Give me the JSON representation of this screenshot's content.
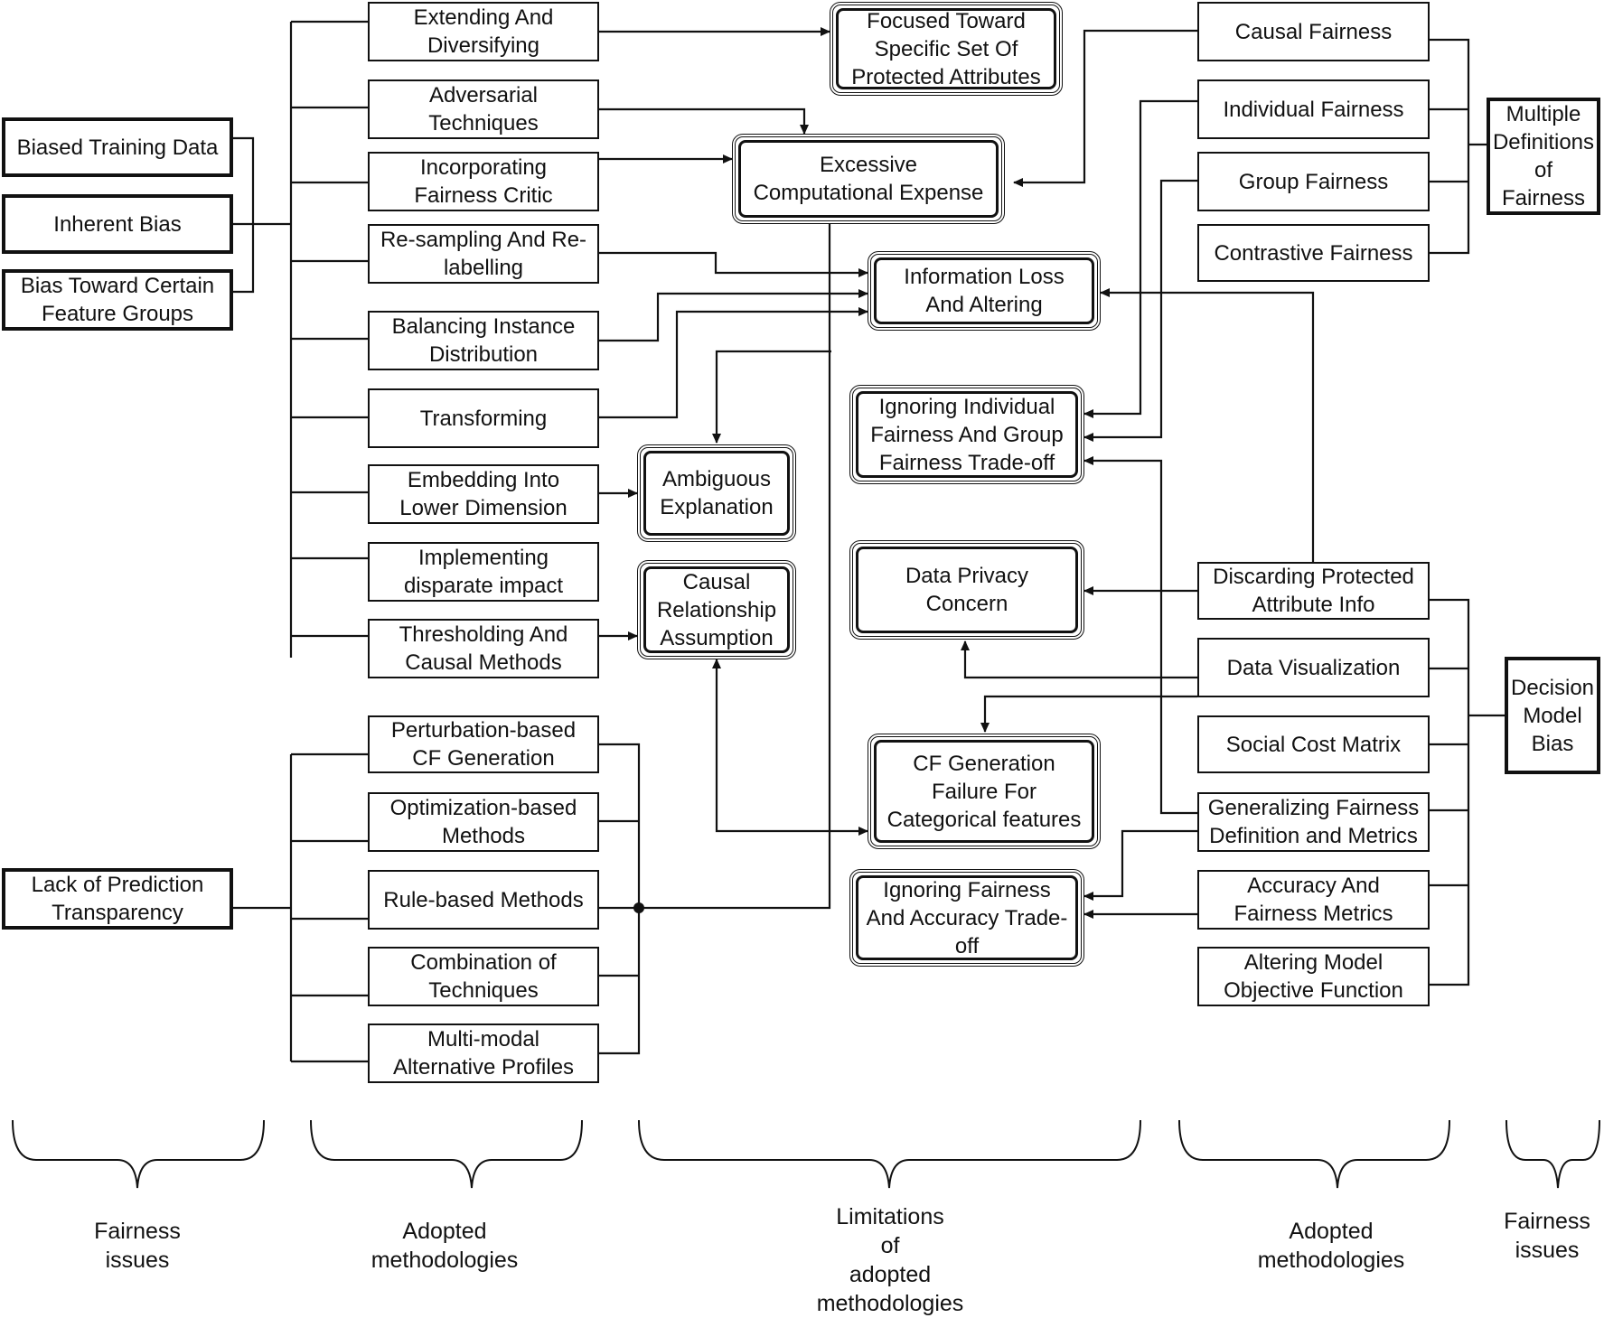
{
  "left_fairness_issues": [
    {
      "id": "btd",
      "label": "Biased Training Data"
    },
    {
      "id": "ib",
      "label": "Inherent Bias"
    },
    {
      "id": "btcfg",
      "label": "Bias Toward Certain\nFeature Groups"
    },
    {
      "id": "lpt",
      "label": "Lack of Prediction\nTransparency"
    }
  ],
  "left_methodologies": [
    {
      "id": "ead",
      "label": "Extending And\nDiversifying"
    },
    {
      "id": "at",
      "label": "Adversarial\nTechniques"
    },
    {
      "id": "ifc",
      "label": "Incorporating\nFairness Critic"
    },
    {
      "id": "rrl",
      "label": "Re-sampling And Re-\nlabelling"
    },
    {
      "id": "bid",
      "label": "Balancing Instance\nDistribution"
    },
    {
      "id": "tr",
      "label": "Transforming"
    },
    {
      "id": "eld",
      "label": "Embedding Into\nLower Dimension"
    },
    {
      "id": "idi",
      "label": "Implementing\ndisparate impact"
    },
    {
      "id": "tcm",
      "label": "Thresholding And\nCausal Methods"
    },
    {
      "id": "pcf",
      "label": "Perturbation-based\nCF Generation"
    },
    {
      "id": "obm",
      "label": "Optimization-based\nMethods"
    },
    {
      "id": "rbm",
      "label": "Rule-based Methods"
    },
    {
      "id": "cot",
      "label": "Combination of\nTechniques"
    },
    {
      "id": "mmap",
      "label": "Multi-modal\nAlternative Profiles"
    }
  ],
  "limitations": [
    {
      "id": "ftsp",
      "label": "Focused Toward\nSpecific Set Of\nProtected Attributes"
    },
    {
      "id": "ece",
      "label": "Excessive\nComputational Expense"
    },
    {
      "id": "ila",
      "label": "Information Loss\nAnd Altering"
    },
    {
      "id": "iifg",
      "label": "Ignoring Individual\nFairness And Group\nFairness Trade-off"
    },
    {
      "id": "ae",
      "label": "Ambiguous\nExplanation"
    },
    {
      "id": "cra",
      "label": "Causal\nRelationship\nAssumption"
    },
    {
      "id": "dpc",
      "label": "Data Privacy\nConcern"
    },
    {
      "id": "cfg",
      "label": "CF Generation\nFailure For\nCategorical features"
    },
    {
      "id": "ifat",
      "label": "Ignoring Fairness\nAnd Accuracy Trade-\noff"
    }
  ],
  "right_methodologies": [
    {
      "id": "cf",
      "label": "Causal Fairness"
    },
    {
      "id": "if",
      "label": "Individual Fairness"
    },
    {
      "id": "gf",
      "label": "Group Fairness"
    },
    {
      "id": "ctf",
      "label": "Contrastive Fairness"
    },
    {
      "id": "dpa",
      "label": "Discarding Protected\nAttribute Info"
    },
    {
      "id": "dv",
      "label": "Data Visualization"
    },
    {
      "id": "scm",
      "label": "Social Cost Matrix"
    },
    {
      "id": "gfd",
      "label": "Generalizing Fairness\nDefinition and Metrics"
    },
    {
      "id": "afm",
      "label": "Accuracy And\nFairness Metrics"
    },
    {
      "id": "amo",
      "label": "Altering Model\nObjective Function"
    }
  ],
  "right_fairness_issues": [
    {
      "id": "mdf",
      "label": "Multiple\nDefinitions\nof\nFairness"
    },
    {
      "id": "dmb",
      "label": "Decision\nModel\nBias"
    }
  ],
  "category_labels": [
    {
      "id": "c1",
      "label": "Fairness\nissues"
    },
    {
      "id": "c2",
      "label": "Adopted\nmethodologies"
    },
    {
      "id": "c3",
      "label": "Limitations\nof\nadopted\nmethodologies"
    },
    {
      "id": "c4",
      "label": "Adopted\nmethodologies"
    },
    {
      "id": "c5",
      "label": "Fairness\nissues"
    }
  ]
}
